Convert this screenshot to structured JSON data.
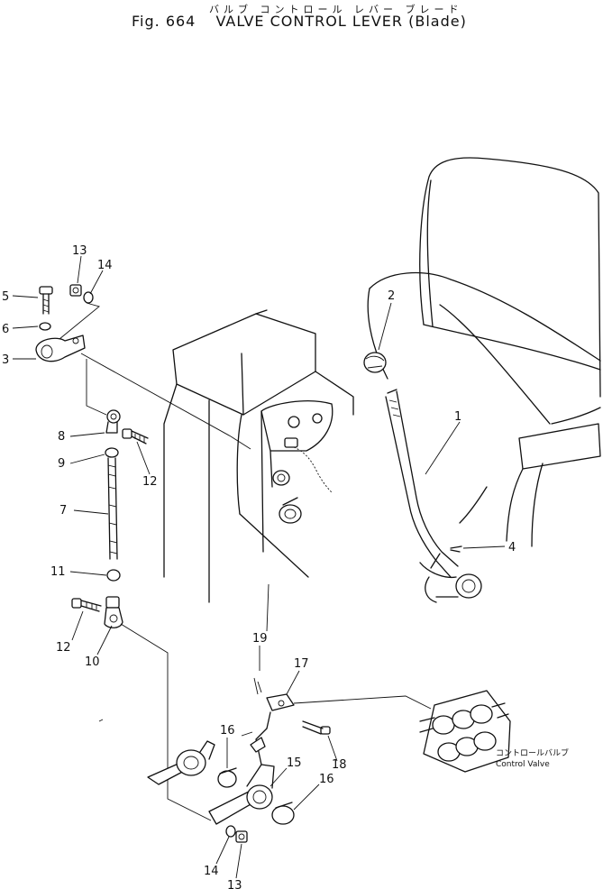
{
  "title": {
    "kana": "バルブ コントロール レバー ブレード",
    "fig_label": "Fig. 664",
    "name": "VALVE CONTROL LEVER (Blade)"
  },
  "callouts": {
    "c1": "1",
    "c2": "2",
    "c3": "3",
    "c4": "4",
    "c5": "5",
    "c6": "6",
    "c7": "7",
    "c8": "8",
    "c9": "9",
    "c10": "10",
    "c11": "11",
    "c12a": "12",
    "c12b": "12",
    "c13a": "13",
    "c13b": "13",
    "c14a": "14",
    "c14b": "14",
    "c15": "15",
    "c16a": "16",
    "c16b": "16",
    "c17": "17",
    "c18": "18",
    "c19": "19"
  },
  "control_valve": {
    "kana": "コントロールバルブ",
    "label": "Control Valve"
  }
}
